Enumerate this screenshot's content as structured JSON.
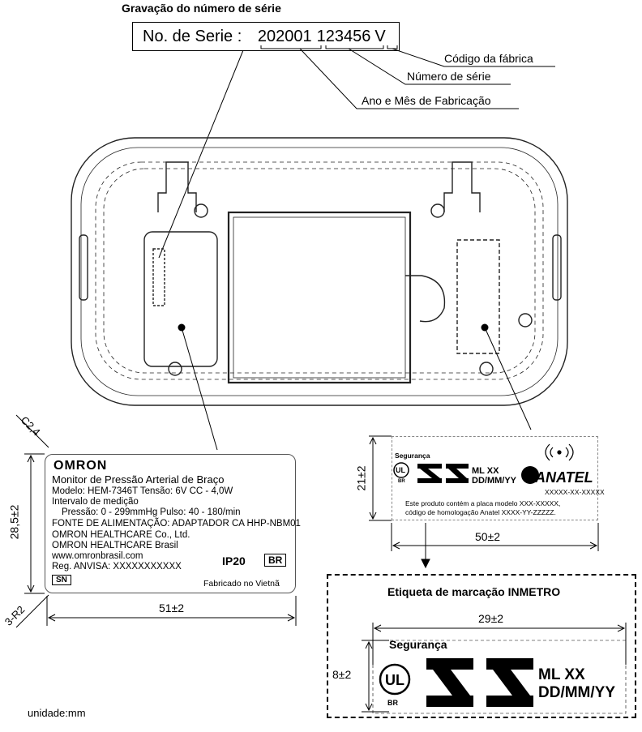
{
  "serial": {
    "title": "Gravação do número de série",
    "label": "No. de Serie :",
    "year_month": "202001",
    "number": "123456",
    "factory": "V",
    "callouts": {
      "factory_code": "Código da fábrica",
      "serial_number": "Número de série",
      "manufacture_date": "Ano e Mês de Fabricação"
    }
  },
  "rating_label": {
    "brand": "OMRON",
    "product": "Monitor de Pressão Arterial de Braço",
    "model_line": "Modelo: HEM-7346T   Tensão: 6V CC - 4,0W",
    "interval_title": "Intervalo de medição",
    "interval_values": "Pressão: 0 - 299mmHg   Pulso: 40 - 180/min",
    "power_source": "FONTE DE ALIMENTAÇÃO: ADAPTADOR CA HHP-NBM01",
    "company1": "OMRON HEALTHCARE Co., Ltd.",
    "company2": "OMRON HEALTHCARE Brasil",
    "website": "www.omronbrasil.com",
    "anvisa": "Reg. ANVISA: XXXXXXXXXXX",
    "ip": "IP20",
    "country": "BR",
    "sn": "SN",
    "made_in": "Fabricado no Vietnã",
    "dims": {
      "chamfer": "C2,4",
      "height": "28,5±2",
      "radius": "3-R2",
      "width": "51±2"
    }
  },
  "anatel_label": {
    "seguranca": "Segurança",
    "ul": "UL",
    "ul_sub": "BR",
    "ml": "ML XX",
    "date": "DD/MM/YY",
    "logo": "ANATEL",
    "code": "XXXXX-XX-XXXXX",
    "note1": "Este produto contém a placa modelo XXX-XXXXX,",
    "note2": "código de homologação Anatel XXXX-YY-ZZZZZ.",
    "dims": {
      "height": "21±2",
      "width": "50±2"
    }
  },
  "inmetro": {
    "title": "Etiqueta de marcação INMETRO",
    "seguranca": "Segurança",
    "ml": "ML XX",
    "date": "DD/MM/YY",
    "ul_sub": "BR",
    "dims": {
      "width": "29±2",
      "height": "8±2"
    }
  },
  "unit": "unidade:mm"
}
